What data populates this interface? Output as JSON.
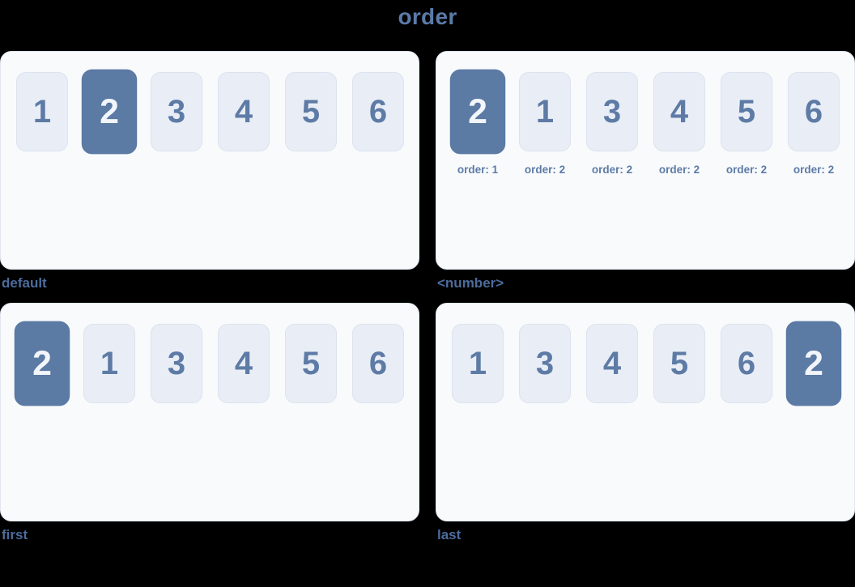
{
  "title": "order",
  "colors": {
    "background": "#000000",
    "panel_background": "#f8fafc",
    "item_background": "#e9eef6",
    "item_border": "#dce3ee",
    "accent": "#5b7aa4",
    "item_text": "#5e7ba6",
    "label_text": "#4c6c9c"
  },
  "panels": [
    {
      "label": "default",
      "items": [
        {
          "value": "1"
        },
        {
          "value": "2",
          "active": true
        },
        {
          "value": "3"
        },
        {
          "value": "4"
        },
        {
          "value": "5"
        },
        {
          "value": "6"
        }
      ]
    },
    {
      "label": "<number>",
      "items": [
        {
          "value": "2",
          "caption": "order: 1",
          "active": true
        },
        {
          "value": "1",
          "caption": "order: 2"
        },
        {
          "value": "3",
          "caption": "order: 2"
        },
        {
          "value": "4",
          "caption": "order: 2"
        },
        {
          "value": "5",
          "caption": "order: 2"
        },
        {
          "value": "6",
          "caption": "order: 2"
        }
      ]
    },
    {
      "label": "first",
      "items": [
        {
          "value": "2",
          "active": true
        },
        {
          "value": "1"
        },
        {
          "value": "3"
        },
        {
          "value": "4"
        },
        {
          "value": "5"
        },
        {
          "value": "6"
        }
      ]
    },
    {
      "label": "last",
      "items": [
        {
          "value": "1"
        },
        {
          "value": "3"
        },
        {
          "value": "4"
        },
        {
          "value": "5"
        },
        {
          "value": "6"
        },
        {
          "value": "2",
          "active": true
        }
      ]
    }
  ]
}
